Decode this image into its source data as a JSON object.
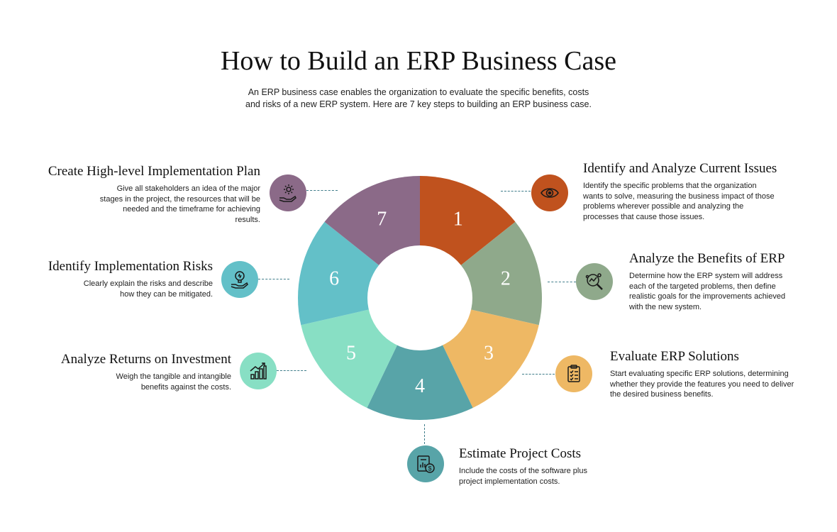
{
  "title": "How to Build an ERP Business Case",
  "subtitle": "An ERP business case enables the organization to evaluate the specific benefits, costs and risks of a new ERP system. Here are 7 key steps to building an ERP business case.",
  "steps": [
    {
      "number": "1",
      "heading": "Identify and Analyze Current Issues",
      "text": "Identify the specific problems that the organization wants to solve, measuring the business impact of those problems wherever possible and analyzing the processes that cause those issues.",
      "color": "#c0521e",
      "icon": "eye-icon"
    },
    {
      "number": "2",
      "heading": "Analyze the Benefits of ERP",
      "text": "Determine how the ERP system will address each of the targeted problems, then define realistic goals for the improvements achieved with the new system.",
      "color": "#8fa98b",
      "icon": "analysis-magnifier-icon"
    },
    {
      "number": "3",
      "heading": "Evaluate ERP Solutions",
      "text": "Start evaluating specific ERP solutions, determining whether they provide the features you need to deliver the desired business benefits.",
      "color": "#eeb864",
      "icon": "checklist-clipboard-icon"
    },
    {
      "number": "4",
      "heading": "Estimate Project Costs",
      "text": "Include the costs of the software plus project implementation costs.",
      "color": "#58a4a8",
      "icon": "cost-report-icon"
    },
    {
      "number": "5",
      "heading": "Analyze Returns on Investment",
      "text": "Weigh the tangible and intangible benefits against the costs.",
      "color": "#88dfc4",
      "icon": "growth-chart-icon"
    },
    {
      "number": "6",
      "heading": "Identify Implementation Risks",
      "text": "Clearly explain the risks and describe how they can be mitigated.",
      "color": "#63c0c8",
      "icon": "lightbulb-hand-icon"
    },
    {
      "number": "7",
      "heading": "Create High-level Implementation Plan",
      "text": "Give all stakeholders an idea of the major stages in the project, the resources that will be needed and the timeframe for achieving results.",
      "color": "#8b6a88",
      "icon": "gear-hand-icon"
    }
  ]
}
